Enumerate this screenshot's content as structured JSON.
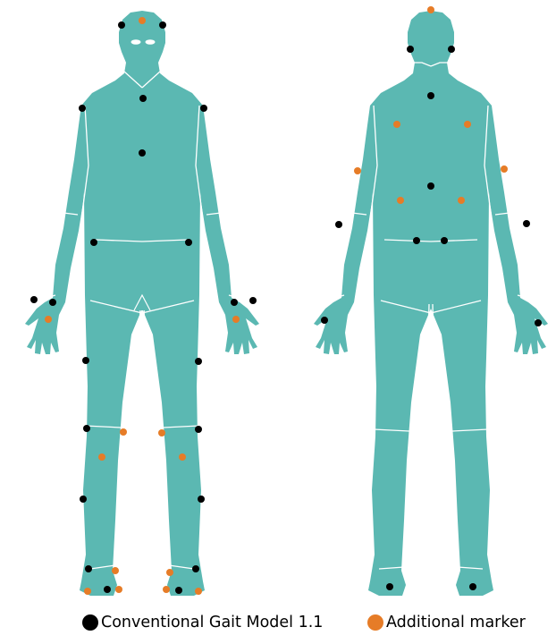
{
  "colors": {
    "body": "#5bb8b2",
    "seam": "#ffffff",
    "cgm_marker": "#000000",
    "additional_marker": "#e67c27",
    "background": "#ffffff"
  },
  "legend": [
    {
      "key": "cgm",
      "label": "Conventional Gait Model 1.1",
      "color": "#000000"
    },
    {
      "key": "additional",
      "label": "Additional marker",
      "color": "#e67c27"
    }
  ],
  "views": [
    "front",
    "back"
  ]
}
